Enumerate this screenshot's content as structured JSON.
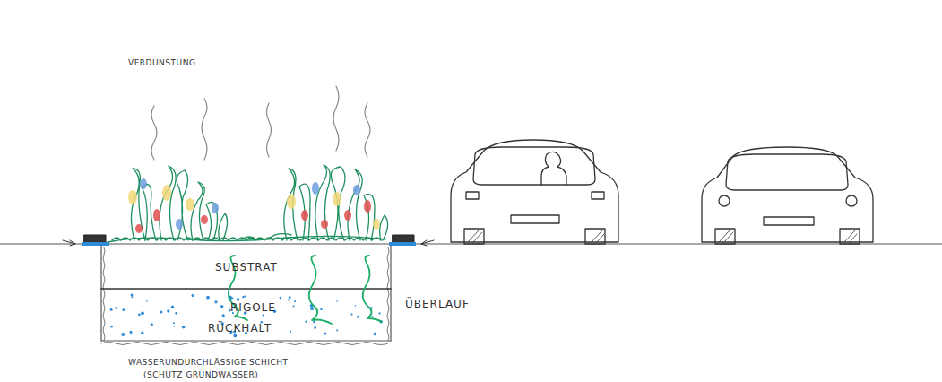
{
  "diagram": {
    "nodes": [
      {
        "text": [
          "SUBSTRAT"
        ]
      },
      {
        "text": [
          "RIGOLE",
          "RÜCKHALT"
        ]
      }
    ],
    "labels": [
      "VERDUNSTUNG",
      "ÜBERLAUF",
      "WASSERUNDURCHLÄSSIGE SCHICHT",
      "(SCHUTZ GRUNDWASSER)"
    ]
  }
}
